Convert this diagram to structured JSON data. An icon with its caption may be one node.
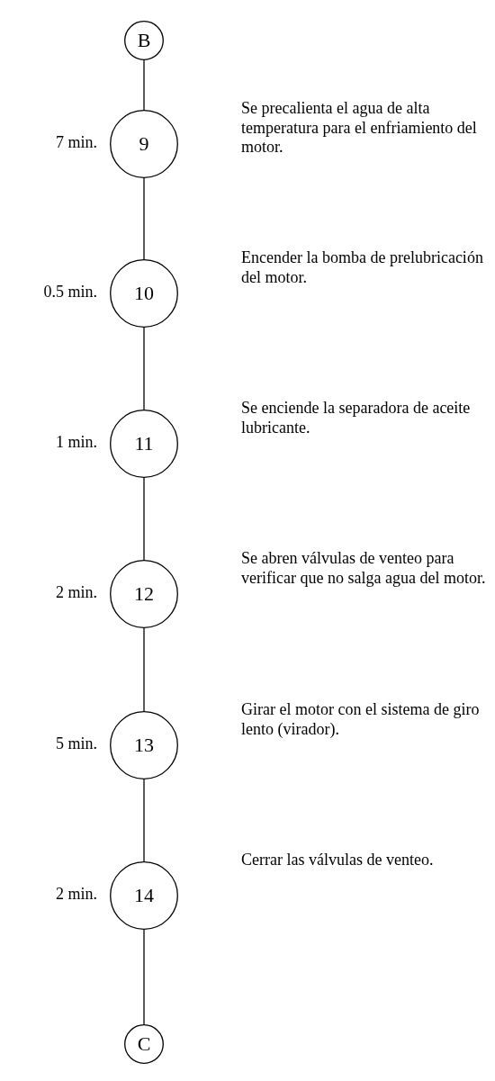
{
  "diagram": {
    "nodes": [
      {
        "text": [
          "B"
        ]
      },
      {
        "text": [
          "9"
        ],
        "beside": [
          "7 min.",
          "Se precalienta el agua de alta temperatura para el enfriamiento del motor."
        ]
      },
      {
        "text": [
          "10"
        ],
        "beside": [
          "0.5 min.",
          "Encender la bomba de prelubricación del motor."
        ]
      },
      {
        "text": [
          "11"
        ],
        "beside": [
          "1 min.",
          "Se enciende la separadora de aceite lubricante."
        ]
      },
      {
        "text": [
          "12"
        ],
        "beside": [
          "2 min.",
          "Se abren válvulas de venteo para verificar que no salga agua del motor."
        ]
      },
      {
        "text": [
          "13"
        ],
        "beside": [
          "5 min.",
          "Girar el motor con el sistema de giro lento (virador)."
        ]
      },
      {
        "text": [
          "14"
        ],
        "beside": [
          "2 min.",
          "Cerrar las válvulas de venteo."
        ]
      },
      {
        "text": [
          "C"
        ]
      }
    ],
    "edges": [
      {
        "from": 0,
        "to": 1,
        "arrow": "none"
      },
      {
        "from": 1,
        "to": 2,
        "arrow": "none"
      },
      {
        "from": 2,
        "to": 3,
        "arrow": "none"
      },
      {
        "from": 3,
        "to": 4,
        "arrow": "none"
      },
      {
        "from": 4,
        "to": 5,
        "arrow": "none"
      },
      {
        "from": 5,
        "to": 6,
        "arrow": "none"
      },
      {
        "from": 6,
        "to": 7,
        "arrow": "none"
      }
    ]
  }
}
